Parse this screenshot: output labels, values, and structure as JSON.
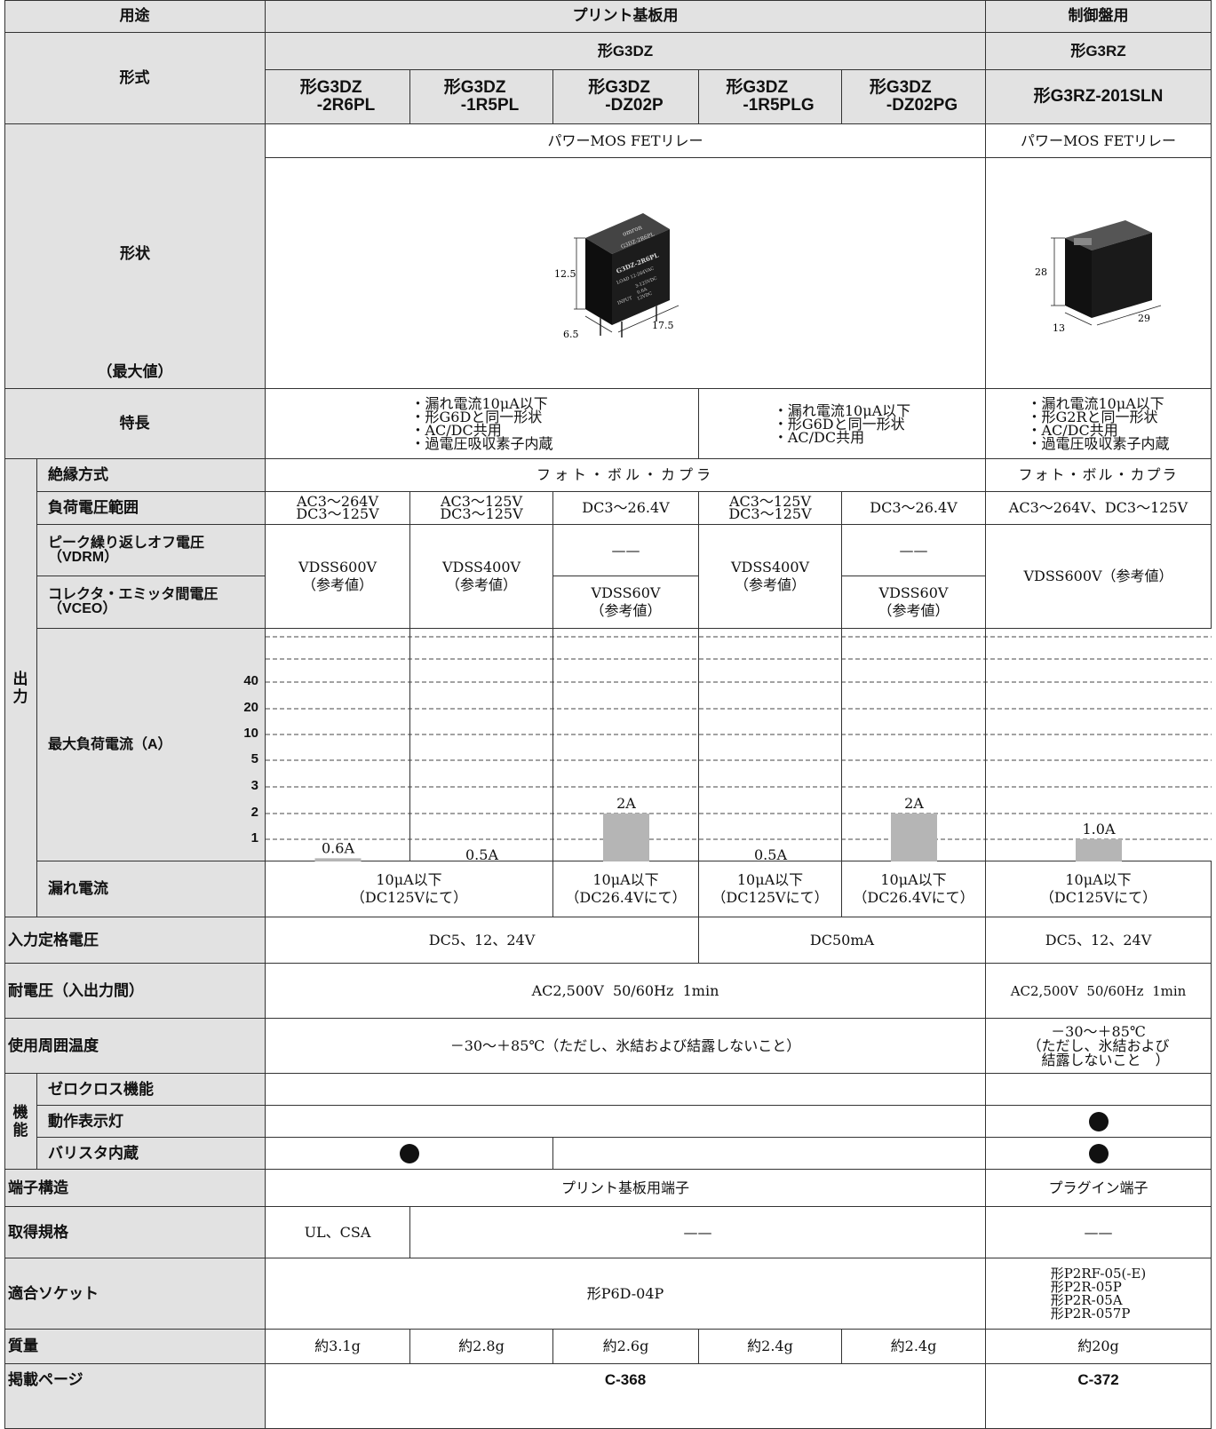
{
  "header": {
    "use_label": "用途",
    "pcb_use": "プリント基板用",
    "panel_use": "制御盤用",
    "type_label": "形式",
    "series_g3dz": "形G3DZ",
    "series_g3rz": "形G3RZ",
    "models": [
      "形G3DZ\n　-2R6PL",
      "形G3DZ\n　-1R5PL",
      "形G3DZ\n　-DZ02P",
      "形G3DZ\n　-1R5PLG",
      "形G3DZ\n　-DZ02PG"
    ],
    "model_g3rz": "形G3RZ-201SLN"
  },
  "relay_type": {
    "g3dz": "パワーMOS FETリレー",
    "g3rz": "パワーMOS FETリレー"
  },
  "shape": {
    "label": "形状",
    "sublabel": "（最大値）",
    "g3dz_dims": [
      "12.5",
      "6.5",
      "17.5"
    ],
    "g3dz_marking": [
      "omron",
      "G3DZ-2R6PL",
      "G3DZ-2R6PL",
      "LOAD 12-264VAC",
      "3-125VDC",
      "0.6A",
      "INPUT",
      "12VDC"
    ],
    "g3rz_dims": [
      "28",
      "13",
      "29"
    ]
  },
  "features": {
    "label": "特長",
    "group1": "・漏れ電流10μA以下\n・形G6Dと同一形状\n・AC/DC共用\n・過電圧吸収素子内蔵",
    "group2": "・漏れ電流10μA以下\n・形G6Dと同一形状\n・AC/DC共用",
    "g3rz": "・漏れ電流10μA以下\n・形G2Rと同一形状\n・AC/DC共用\n・過電圧吸収素子内蔵"
  },
  "output": {
    "group_label": "出\n力",
    "isolation": {
      "label": "絶縁方式",
      "g3dz": "フォト・ボル・カプラ",
      "g3rz": "フォト・ボル・カプラ"
    },
    "load_voltage": {
      "label": "負荷電圧範囲",
      "values": [
        "AC3～264V\nDC3～125V",
        "AC3～125V\nDC3～125V",
        "DC3～26.4V",
        "AC3～125V\nDC3～125V",
        "DC3～26.4V"
      ],
      "g3rz": "AC3～264V、DC3～125V"
    },
    "peak_voltage": {
      "label": "ピーク繰り返しオフ電圧（VDRM）",
      "dash": "——"
    },
    "ceo_voltage": {
      "label": "コレクタ・エミッタ間電圧（VCEO）"
    },
    "vdss": {
      "c1": "VDSS600V\n（参考値）",
      "c2": "VDSS400V\n（参考値）",
      "c3": "VDSS60V\n（参考値）",
      "c4": "VDSS400V\n（参考値）",
      "c5": "VDSS60V\n（参考値）",
      "g3rz": "VDSS600V（参考値）"
    },
    "max_current": {
      "label": "最大負荷電流（A）"
    },
    "leakage": {
      "label": "漏れ電流",
      "c12": "10μA以下\n（DC125Vにて）",
      "c3": "10μA以下\n（DC26.4Vにて）",
      "c4": "10μA以下\n（DC125Vにて）",
      "c5": "10μA以下\n（DC26.4Vにて）",
      "g3rz": "10μA以下\n（DC125Vにて）"
    }
  },
  "chart_data": {
    "type": "bar",
    "ylabel": "最大負荷電流（A）",
    "y_scale": "log",
    "yticks": [
      "40",
      "20",
      "10",
      "5",
      "3",
      "2",
      "1"
    ],
    "categories": [
      "形G3DZ-2R6PL",
      "形G3DZ-1R5PL",
      "形G3DZ-DZ02P",
      "形G3DZ-1R5PLG",
      "形G3DZ-DZ02PG",
      "形G3RZ-201SLN"
    ],
    "values": [
      0.6,
      0.5,
      2,
      0.5,
      2,
      1.0
    ],
    "data_labels": [
      "0.6A",
      "0.5A",
      "2A",
      "0.5A",
      "2A",
      "1.0A"
    ],
    "bar_color": "#b5b5b5",
    "grid": "dashed"
  },
  "input_voltage": {
    "label": "入力定格電圧",
    "g1": "DC5、12、24V",
    "g2": "DC50mA",
    "g3rz": "DC5、12、24V"
  },
  "withstand": {
    "label": "耐電圧（入出力間）",
    "g3dz": "AC2,500V  50/60Hz  1min",
    "g3rz": "AC2,500V  50/60Hz  1min"
  },
  "ambient": {
    "label": "使用周囲温度",
    "g3dz": "－30～＋85℃（ただし、氷結および結露しないこと）",
    "g3rz": "－30～＋85℃\n（ただし、氷結および\n　結露しないこと　）"
  },
  "functions": {
    "group_label": "機\n能",
    "zero_cross": "ゼロクロス機能",
    "indicator": "動作表示灯",
    "varistor": "バリスタ内蔵"
  },
  "terminal": {
    "label": "端子構造",
    "g3dz": "プリント基板用端子",
    "g3rz": "プラグイン端子"
  },
  "standards": {
    "label": "取得規格",
    "c1": "UL、CSA",
    "rest": "——",
    "g3rz": "——"
  },
  "socket": {
    "label": "適合ソケット",
    "g3dz": "形P6D-04P",
    "g3rz": "形P2RF-05(-E)\n形P2R-05P\n形P2R-05A\n形P2R-057P"
  },
  "weight": {
    "label": "質量",
    "values": [
      "約3.1g",
      "約2.8g",
      "約2.6g",
      "約2.4g",
      "約2.4g"
    ],
    "g3rz": "約20g"
  },
  "page": {
    "label": "掲載ページ",
    "g3dz": "C-368",
    "g3rz": "C-372"
  },
  "colors": {
    "header_bg": "#e2e2e2",
    "bar": "#b5b5b5",
    "line": "#333333"
  }
}
